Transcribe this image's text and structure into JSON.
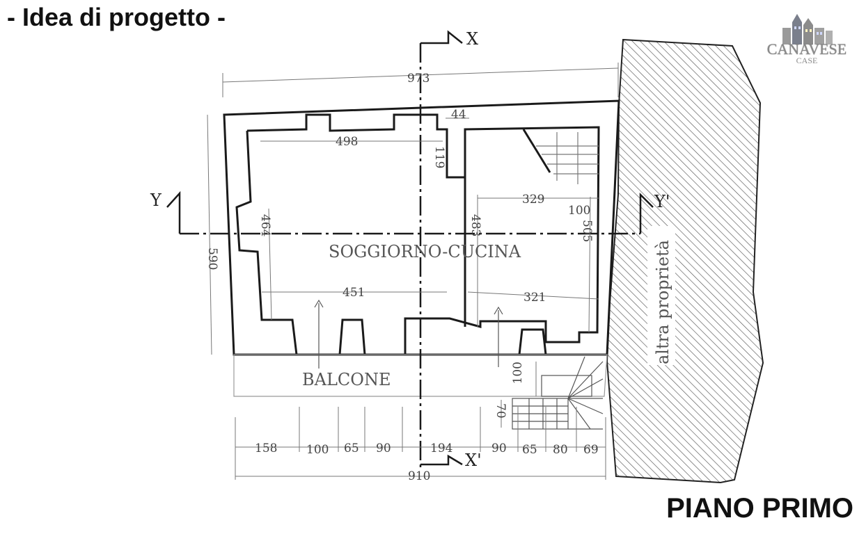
{
  "header": {
    "title": "- Idea di progetto -"
  },
  "footer": {
    "floor_name": "PIANO PRIMO"
  },
  "logo": {
    "name": "CANAVESE",
    "sub": "CASE"
  },
  "rooms": {
    "living_kitchen": "SOGGIORNO-CUCINA",
    "balcony": "BALCONE",
    "neighbor": "altra proprietà"
  },
  "axes": {
    "x_top": "X",
    "x_bottom": "X'",
    "y_left": "Y",
    "y_right": "Y'"
  },
  "dimensions": {
    "total_top": "973",
    "total_bottom": "910",
    "left_height": "590",
    "niche": "44",
    "inner_top_left": "498",
    "wall_step": "119",
    "inner_top_right": "329",
    "stair_gap": "100",
    "left_inner_height": "464",
    "middle_height": "483",
    "right_height": "505",
    "inner_bottom_left": "451",
    "inner_bottom_right": "321",
    "balcony_depth": "100",
    "stair_depth": "70",
    "bottom_segments": [
      "158",
      "100",
      "65",
      "90",
      "194",
      "90",
      "65",
      "80",
      "69"
    ]
  },
  "colors": {
    "line": "#1a1a1a",
    "dim_line": "#777777",
    "hatch": "#555555"
  }
}
